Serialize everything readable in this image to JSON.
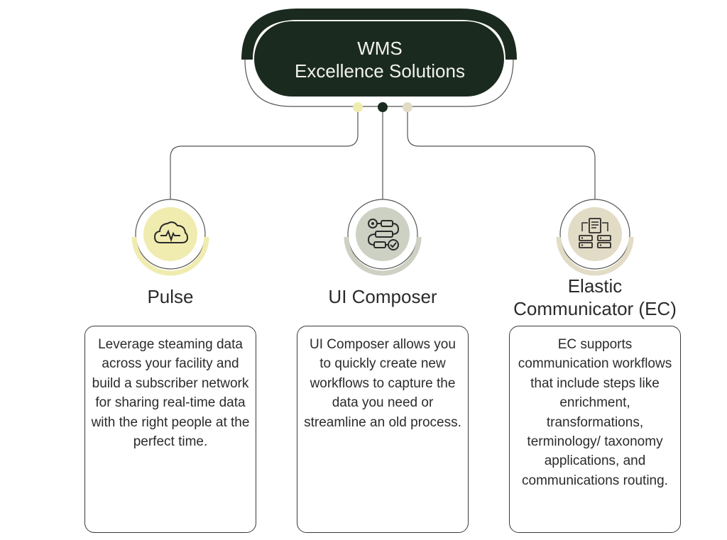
{
  "header": {
    "title_line1": "WMS",
    "title_line2": "Excellence Solutions"
  },
  "colors": {
    "dark": "#1b2a1f",
    "pulse": "#f0ecb0",
    "composer": "#cdd1c3",
    "communicator": "#e2dcc6",
    "line": "#555555"
  },
  "solutions": [
    {
      "name": "Pulse",
      "icon": "cloud-pulse-icon",
      "description": "Leverage steaming data across your facility and build a subscriber network for sharing real-time data with the right people at the perfect time."
    },
    {
      "name": "UI Composer",
      "icon": "workflow-icon",
      "description": "UI Composer allows you to quickly create new workflows to capture the data you need or streamline an old process."
    },
    {
      "name_line1": "Elastic",
      "name_line2": "Communicator (EC)",
      "icon": "server-document-icon",
      "description": "EC supports communication workflows that include steps like enrichment, transformations, terminology/ taxonomy applications, and communications routing."
    }
  ]
}
